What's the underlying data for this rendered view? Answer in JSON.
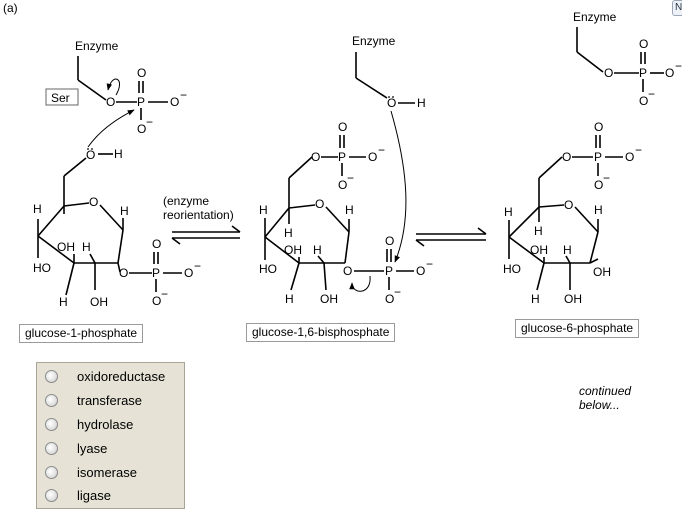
{
  "part_label": "(a)",
  "enzyme_label": "Enzyme",
  "ser_label": "Ser",
  "step_label_line1": "(enzyme",
  "step_label_line2": "reorientation)",
  "atoms": {
    "O": "O",
    "P": "P",
    "H": "H",
    "OH": "OH",
    "HO": "HO",
    "minus": "−"
  },
  "compounds": [
    "glucose-1-phosphate",
    "glucose-1,6-bisphosphate",
    "glucose-6-phosphate"
  ],
  "question": {
    "options": [
      "oxidoreductase",
      "transferase",
      "hydrolase",
      "lyase",
      "isomerase",
      "ligase"
    ],
    "selected": null
  },
  "continued_line1": "continued",
  "continued_line2": "below...",
  "corner_tab_text": "N"
}
